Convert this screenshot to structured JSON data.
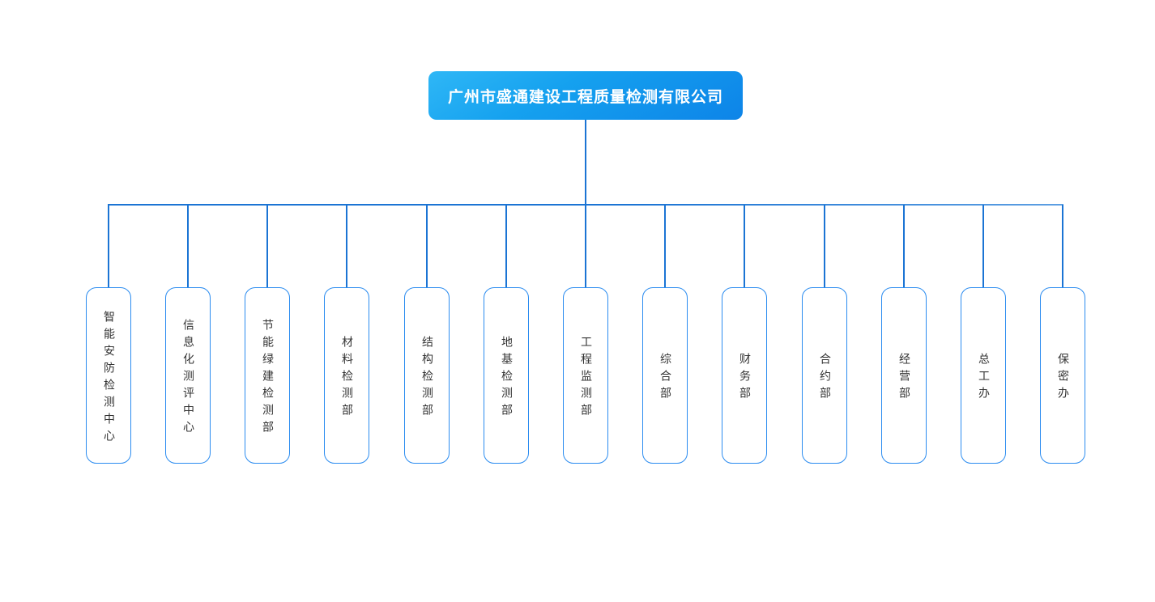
{
  "org_chart": {
    "root": {
      "name": "广州市盛通建设工程质量检测有限公司"
    },
    "departments": [
      {
        "name": "智能安防检测中心"
      },
      {
        "name": "信息化测评中心"
      },
      {
        "name": "节能绿建检测部"
      },
      {
        "name": "材料检测部"
      },
      {
        "name": "结构检测部"
      },
      {
        "name": "地基检测部"
      },
      {
        "name": "工程监测部"
      },
      {
        "name": "综合部"
      },
      {
        "name": "财务部"
      },
      {
        "name": "合约部"
      },
      {
        "name": "经营部"
      },
      {
        "name": "总工办"
      },
      {
        "name": "保密办"
      }
    ],
    "colors": {
      "connector_line": "#1b74d4",
      "node_border": "#2b8cf0",
      "root_gradient_start": "#2fb7f6",
      "root_gradient_end": "#0d84e8",
      "root_text": "#ffffff",
      "node_text": "#333333",
      "background": "#ffffff"
    }
  }
}
